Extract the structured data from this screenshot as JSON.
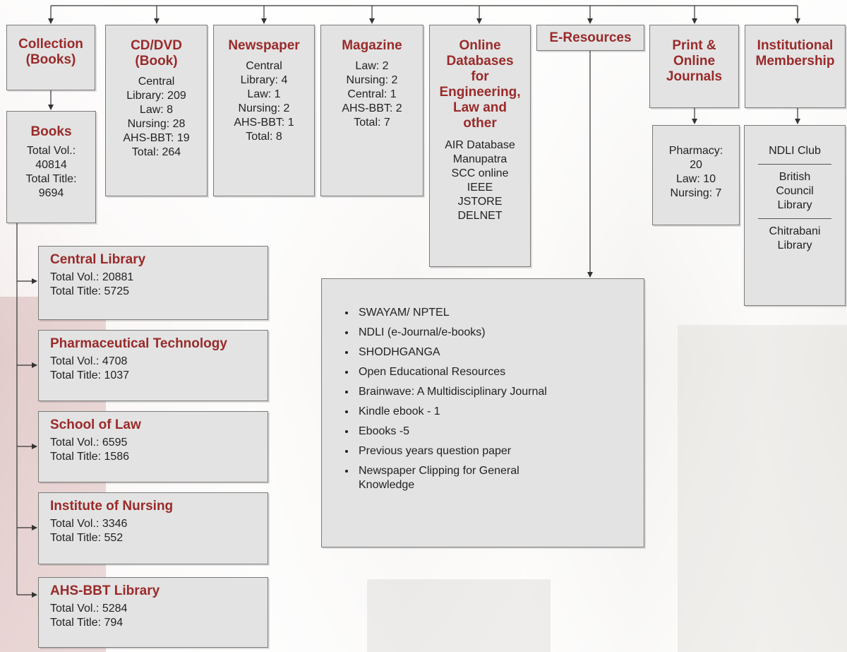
{
  "top_categories": [
    {
      "title": "Collection (Books)",
      "lines": []
    },
    {
      "title": "CD/DVD (Book)",
      "lines": [
        "Central",
        "Library: 209",
        "Law: 8",
        "Nursing: 28",
        "AHS-BBT: 19",
        "Total: 264"
      ]
    },
    {
      "title": "Newspaper",
      "lines": [
        "Central",
        "Library: 4",
        "Law: 1",
        "Nursing: 2",
        "AHS-BBT: 1",
        "Total: 8"
      ]
    },
    {
      "title": "Magazine",
      "lines": [
        "Law: 2",
        "Nursing: 2",
        "Central: 1",
        "AHS-BBT: 2",
        "Total: 7"
      ]
    },
    {
      "title": "Online Databases for Engineering, Law and other",
      "lines": [
        "AIR Database",
        "Manupatra",
        "SCC online",
        "IEEE",
        "JSTORE",
        "DELNET"
      ]
    },
    {
      "title": "E-Resources",
      "lines": []
    },
    {
      "title": "Print & Online Journals",
      "lines": []
    },
    {
      "title": "Institutional Membership",
      "lines": []
    }
  ],
  "books": {
    "title": "Books",
    "lines": [
      "Total Vol.:",
      "40814",
      "Total Title:",
      "9694"
    ]
  },
  "libraries": [
    {
      "title": "Central Library",
      "vol": "Total Vol.:  20881",
      "titles": "Total Title: 5725"
    },
    {
      "title": "Pharmaceutical Technology",
      "vol": "Total Vol.: 4708",
      "titles": "Total Title: 1037"
    },
    {
      "title": "School of Law",
      "vol": "Total Vol.: 6595",
      "titles": "Total Title: 1586"
    },
    {
      "title": "Institute of Nursing",
      "vol": "Total Vol.: 3346",
      "titles": "Total Title: 552"
    },
    {
      "title": "AHS-BBT Library",
      "vol": "Total Vol.: 5284",
      "titles": "Total Title: 794"
    }
  ],
  "journals": {
    "lines": [
      "Pharmacy:",
      "20",
      "Law: 10",
      "Nursing: 7"
    ]
  },
  "memberships": [
    "NDLI Club",
    "British Council Library",
    "Chitrabani Library"
  ],
  "eresources_list": [
    "SWAYAM/ NPTEL",
    "NDLI (e-Journal/e-books)",
    "SHODHGANGA",
    "Open Educational Resources",
    "Brainwave: A Multidisciplinary Journal",
    "Kindle ebook - 1",
    "Ebooks -5",
    "Previous years question paper",
    "Newspaper Clipping for General Knowledge"
  ],
  "colors": {
    "title_red": "#9a2a2a",
    "box_fill": "#e3e3e3",
    "border": "#7a7a7a"
  }
}
